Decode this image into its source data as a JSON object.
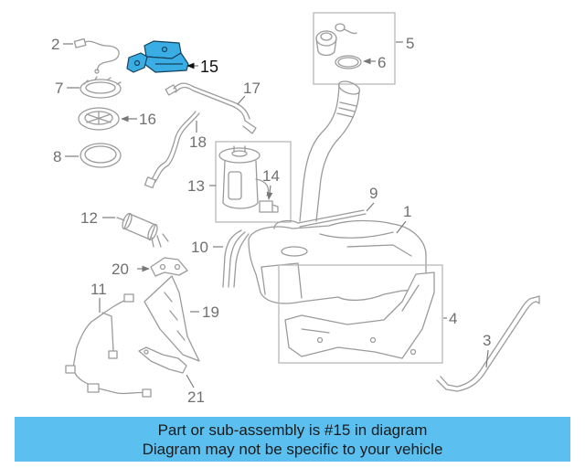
{
  "diagram": {
    "callouts": {
      "part_1": "1",
      "part_2": "2",
      "part_3": "3",
      "part_4": "4",
      "part_5": "5",
      "part_6": "6",
      "part_7": "7",
      "part_8": "8",
      "part_9": "9",
      "part_10": "10",
      "part_11": "11",
      "part_12": "12",
      "part_13": "13",
      "part_14": "14",
      "part_15": "15",
      "part_16": "16",
      "part_17": "17",
      "part_18": "18",
      "part_19": "19",
      "part_20": "20",
      "part_21": "21"
    },
    "highlight_color": "#39ade4",
    "line_color": "#9b9b9b"
  },
  "banner": {
    "line1": "Part or sub-assembly is #15 in diagram",
    "line2": "Diagram may not be specific to your vehicle",
    "background_color": "#5bc0f0"
  }
}
